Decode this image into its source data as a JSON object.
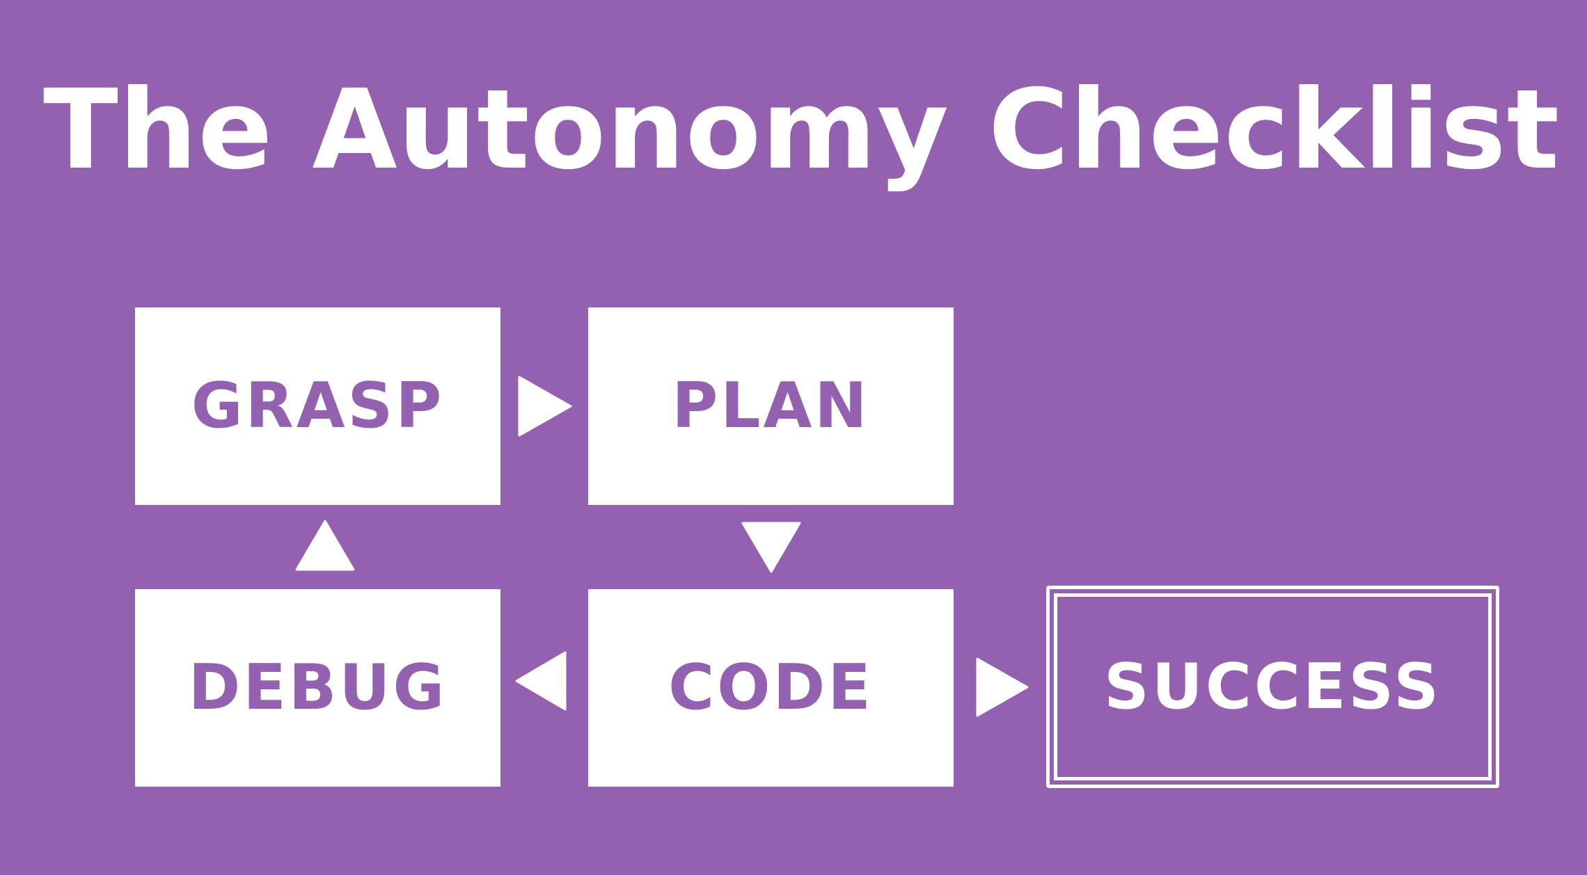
{
  "title": "The Autonomy Checklist",
  "steps": {
    "grasp": "GRASP",
    "plan": "PLAN",
    "code": "CODE",
    "debug": "DEBUG",
    "success": "SUCCESS"
  },
  "colors": {
    "background": "#9361b0",
    "box_fill": "#ffffff",
    "box_text": "#9361b0",
    "arrow": "#ffffff"
  },
  "icons": {
    "grasp_to_plan": "arrow-right-icon",
    "plan_to_code": "arrow-down-icon",
    "code_to_debug": "arrow-left-icon",
    "debug_to_grasp": "arrow-up-icon",
    "code_to_success": "arrow-right-icon"
  }
}
